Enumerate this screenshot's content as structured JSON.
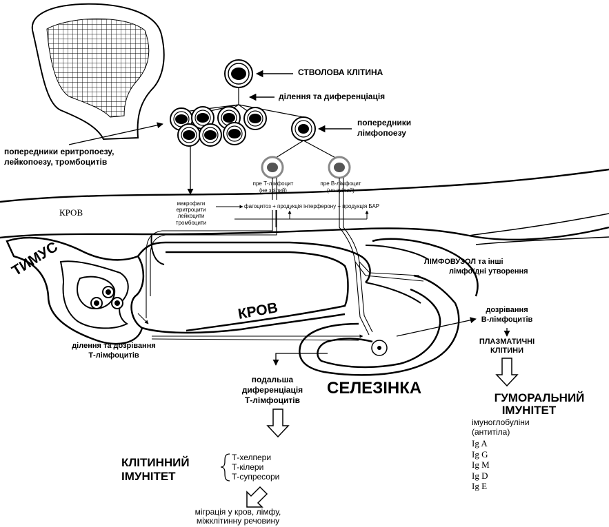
{
  "labels": {
    "stem_cell": "СТВОЛОВА КЛІТИНА",
    "division_differentiation": "ділення та диференціація",
    "lympho_precursors_1": "попередники",
    "lympho_precursors_2": "лімфопоезу",
    "erythro_precursors_1": "попередники еритропоезу,",
    "erythro_precursors_2": "лейкопоезу, тромбоцитів",
    "pre_t_1": "пре Т-лімфоцит",
    "pre_t_2": "(не зрілий)",
    "pre_b_1": "пре В-лімфоцит",
    "pre_b_2": "(не зрілий)",
    "blood_top": "КРОВ",
    "blood_cells": [
      "макрофаги",
      "еритроцити",
      "лейкоцити",
      "тромбоцити"
    ],
    "phagocytosis": "фагоцитоз + продукція інтерферону + продукція БАР",
    "thymus": "ТИМУС",
    "lymph_node_1": "ЛІМФОВУЗОЛ та інші",
    "lymph_node_2": "лімфоїдні утворення",
    "blood_mid": "КРОВ",
    "b_maturation_1": "дозрівання",
    "b_maturation_2": "В-лімфоцитів",
    "plasma_1": "ПЛАЗМАТИЧНІ",
    "plasma_2": "КЛІТИНИ",
    "t_division_1": "ділення та дозрівання",
    "t_division_2": "Т-лімфоцитів",
    "further_diff_1": "подальша",
    "further_diff_2": "диференціація",
    "further_diff_3": "Т-лімфоцитів",
    "spleen": "СЕЛЕЗІНКА",
    "humoral_1": "ГУМОРАЛЬНИЙ",
    "humoral_2": "ІМУНІТЕТ",
    "immunoglobulins_1": "імуноглобуліни",
    "immunoglobulins_2": "(антитіла)",
    "ig_classes": [
      "Ig A",
      "Ig G",
      "Ig M",
      "Ig D",
      "Ig E"
    ],
    "cellular_1": "КЛІТИННИЙ",
    "cellular_2": "ІМУНІТЕТ",
    "t_types": [
      "Т-хелпери",
      "Т-кілери",
      "Т-супресори"
    ],
    "migration_1": "міграція у кров, лімфу,",
    "migration_2": "міжклітинну речовину"
  },
  "colors": {
    "ink": "#000000",
    "paper": "#ffffff",
    "pre_cell_nucleus": "#555555",
    "pre_cell_ring": "#888888"
  }
}
